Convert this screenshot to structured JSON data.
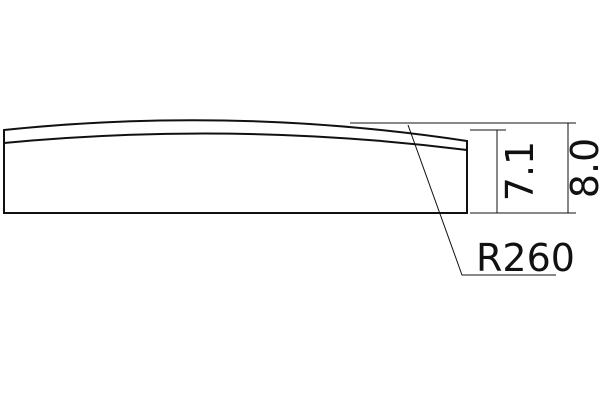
{
  "drawing": {
    "dimensions": {
      "inner_height": "7.1",
      "outer_height": "8.0",
      "radius": "R260"
    },
    "colors": {
      "stroke": "#111111",
      "background": "#ffffff"
    }
  }
}
